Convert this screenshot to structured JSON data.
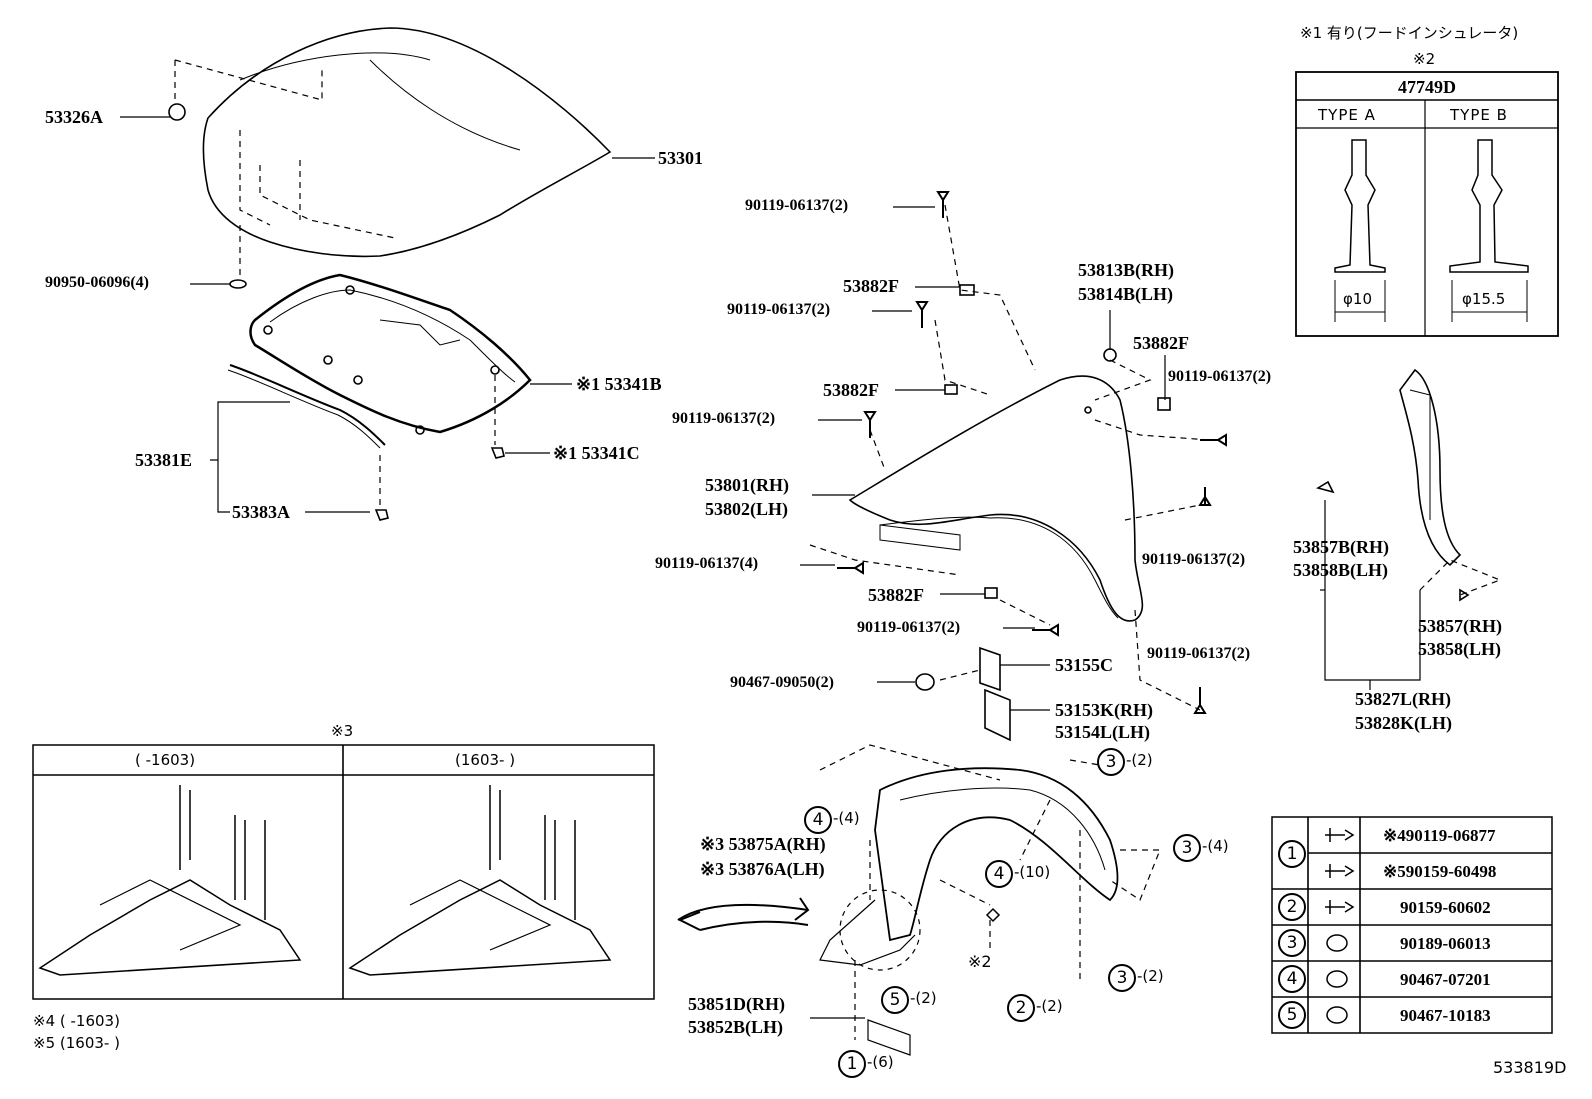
{
  "labels": {
    "p53326A": "53326A",
    "p53301": "53301",
    "p90950": "90950-06096(4)",
    "p53341B": "※1 53341B",
    "p53341C": "※1 53341C",
    "p53381E": "53381E",
    "p53383A": "53383A",
    "p90119a": "90119-06137(2)",
    "p53882F_a": "53882F",
    "p90119b": "90119-06137(2)",
    "p53882F_b": "53882F",
    "p90119c": "90119-06137(2)",
    "p53801": "53801(RH)",
    "p53802": "53802(LH)",
    "p90119d": "90119-06137(4)",
    "p53813B": "53813B(RH)",
    "p53814B": "53814B(LH)",
    "p53882F_c": "53882F",
    "p90119e": "90119-06137(2)",
    "p90119f": "90119-06137(2)",
    "p53882F_d": "53882F",
    "p90119g": "90119-06137(2)",
    "p90119h": "90119-06137(2)",
    "p90467a": "90467-09050(2)",
    "p53155C": "53155C",
    "p53153K": "53153K(RH)",
    "p53154L": "53154L(LH)",
    "p53857B": "53857B(RH)",
    "p53858B": "53858B(LH)",
    "p53857": "53857(RH)",
    "p53858": "53858(LH)",
    "p53827L": "53827L(RH)",
    "p53828K": "53828K(LH)",
    "p53875A": "※3 53875A(RH)",
    "p53876A": "※3 53876A(LH)",
    "p53851D": "53851D(RH)",
    "p53852B": "53852B(LH)",
    "note2mark": "※2",
    "footer_code": "533819D"
  },
  "circled": [
    {
      "num": "3",
      "qty": "-(2)"
    },
    {
      "num": "4",
      "qty": "-(4)"
    },
    {
      "num": "3",
      "qty": "-(4)"
    },
    {
      "num": "4",
      "qty": "-(10)"
    },
    {
      "num": "5",
      "qty": "-(2)"
    },
    {
      "num": "3",
      "qty": "-(2)"
    },
    {
      "num": "2",
      "qty": "-(2)"
    },
    {
      "num": "1",
      "qty": "-(6)"
    }
  ],
  "top_note": "※1 有り(フードインシュレータ)",
  "clip_table": {
    "mark": "※2",
    "part": "47749D",
    "type_a": "TYPE A",
    "type_b": "TYPE B",
    "dia_a": "φ10",
    "dia_b": "φ15.5"
  },
  "inset": {
    "mark": "※3",
    "col1": "(    -1603)",
    "col2": "(1603-      )"
  },
  "footnotes": {
    "n4": "※4 (      -1603)",
    "n5": "※5 (1603-       )"
  },
  "fastener_table": [
    {
      "num": "1",
      "part": "※490119-06877"
    },
    {
      "num": "",
      "part": "※590159-60498"
    },
    {
      "num": "2",
      "part": "90159-60602"
    },
    {
      "num": "3",
      "part": "90189-06013"
    },
    {
      "num": "4",
      "part": "90467-07201"
    },
    {
      "num": "5",
      "part": "90467-10183"
    }
  ]
}
